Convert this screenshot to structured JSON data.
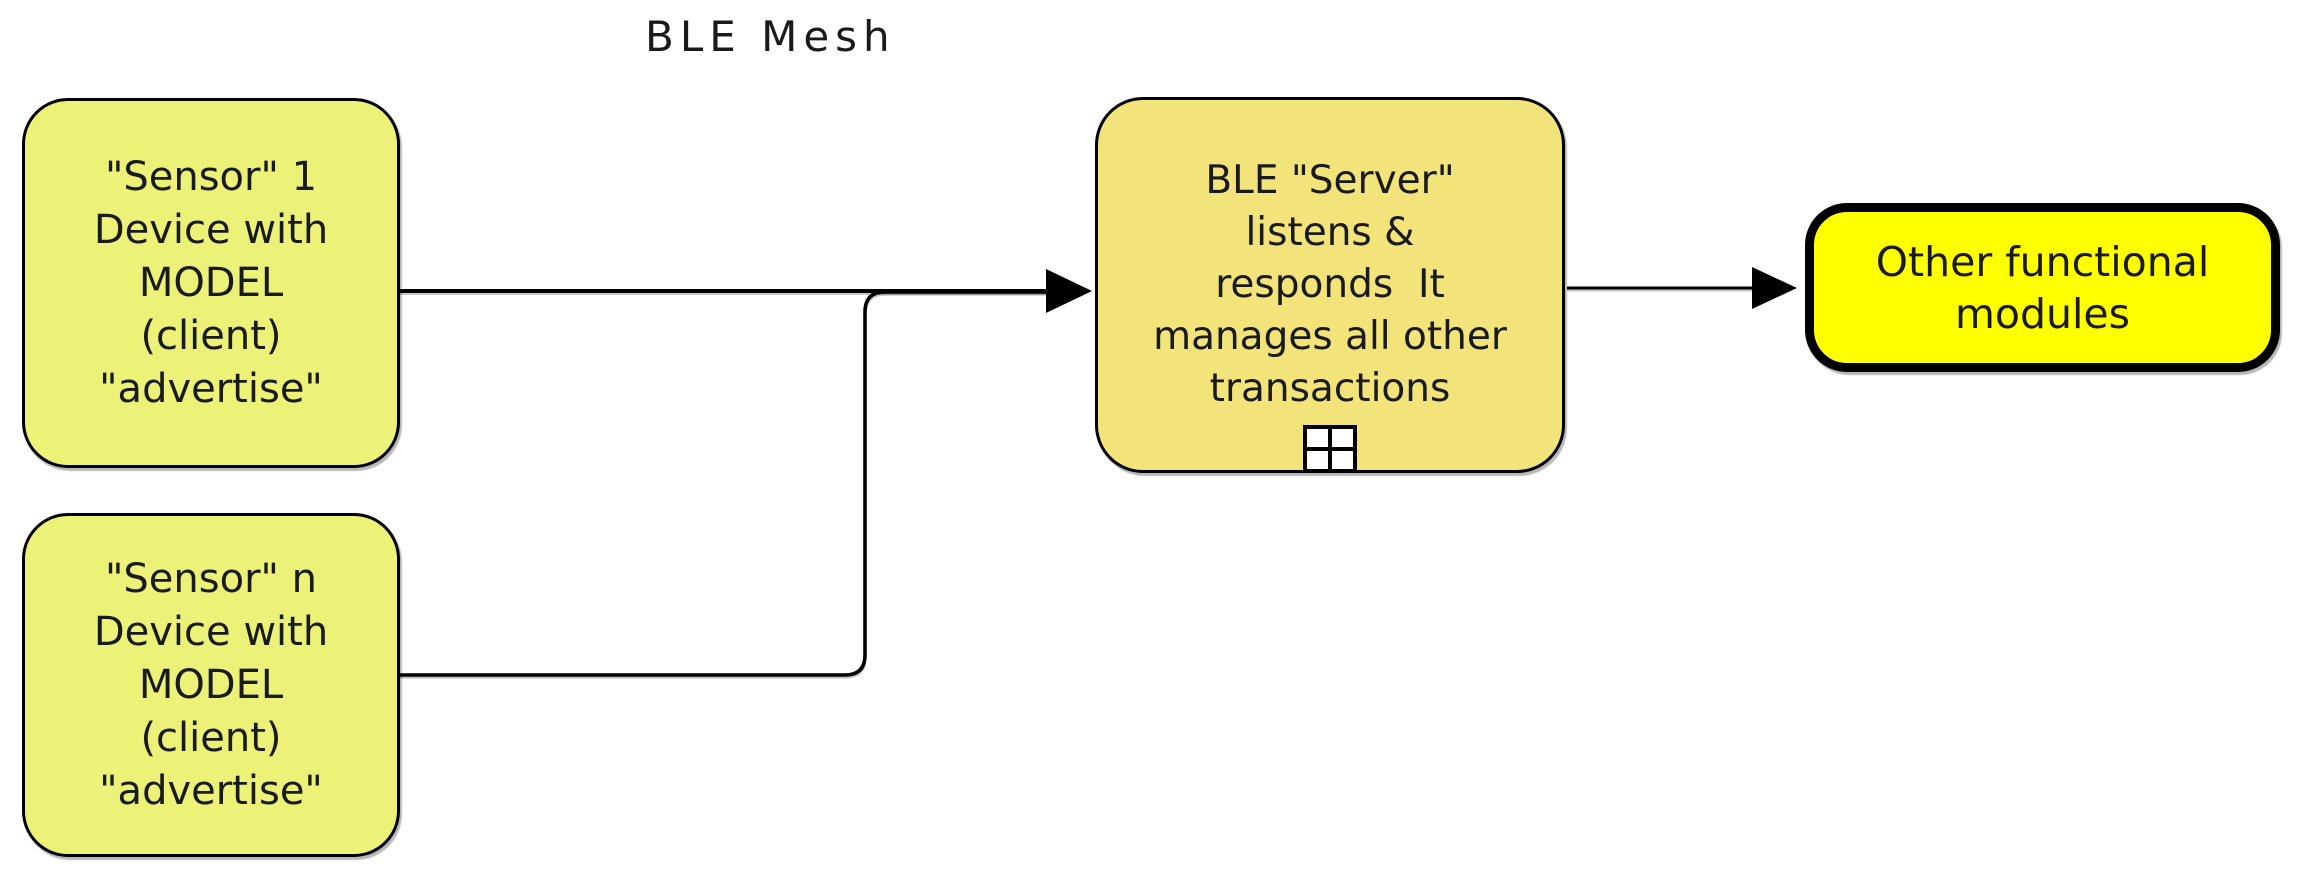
{
  "diagram": {
    "title": "BLE Mesh"
  },
  "colors": {
    "background": "#ffffff",
    "sensor_fill": "#ecf178",
    "server_fill": "#f2e37b",
    "module_fill": "#ffff00",
    "border": "#000000",
    "line": "#000000",
    "text": "#1a1a1a"
  },
  "nodes": {
    "sensor1": {
      "lines": [
        "\"Sensor\" 1",
        "Device with",
        "MODEL",
        "(client)",
        "\"advertise\""
      ]
    },
    "sensor_n": {
      "lines": [
        "\"Sensor\" n",
        "Device with",
        "MODEL",
        "(client)",
        "\"advertise\""
      ]
    },
    "server": {
      "lines": [
        "BLE \"Server\"",
        "listens &",
        "responds  It",
        "manages all other",
        "transactions"
      ],
      "expand_icon": "plus"
    },
    "other_modules": {
      "lines": [
        "Other functional",
        "modules"
      ]
    }
  }
}
